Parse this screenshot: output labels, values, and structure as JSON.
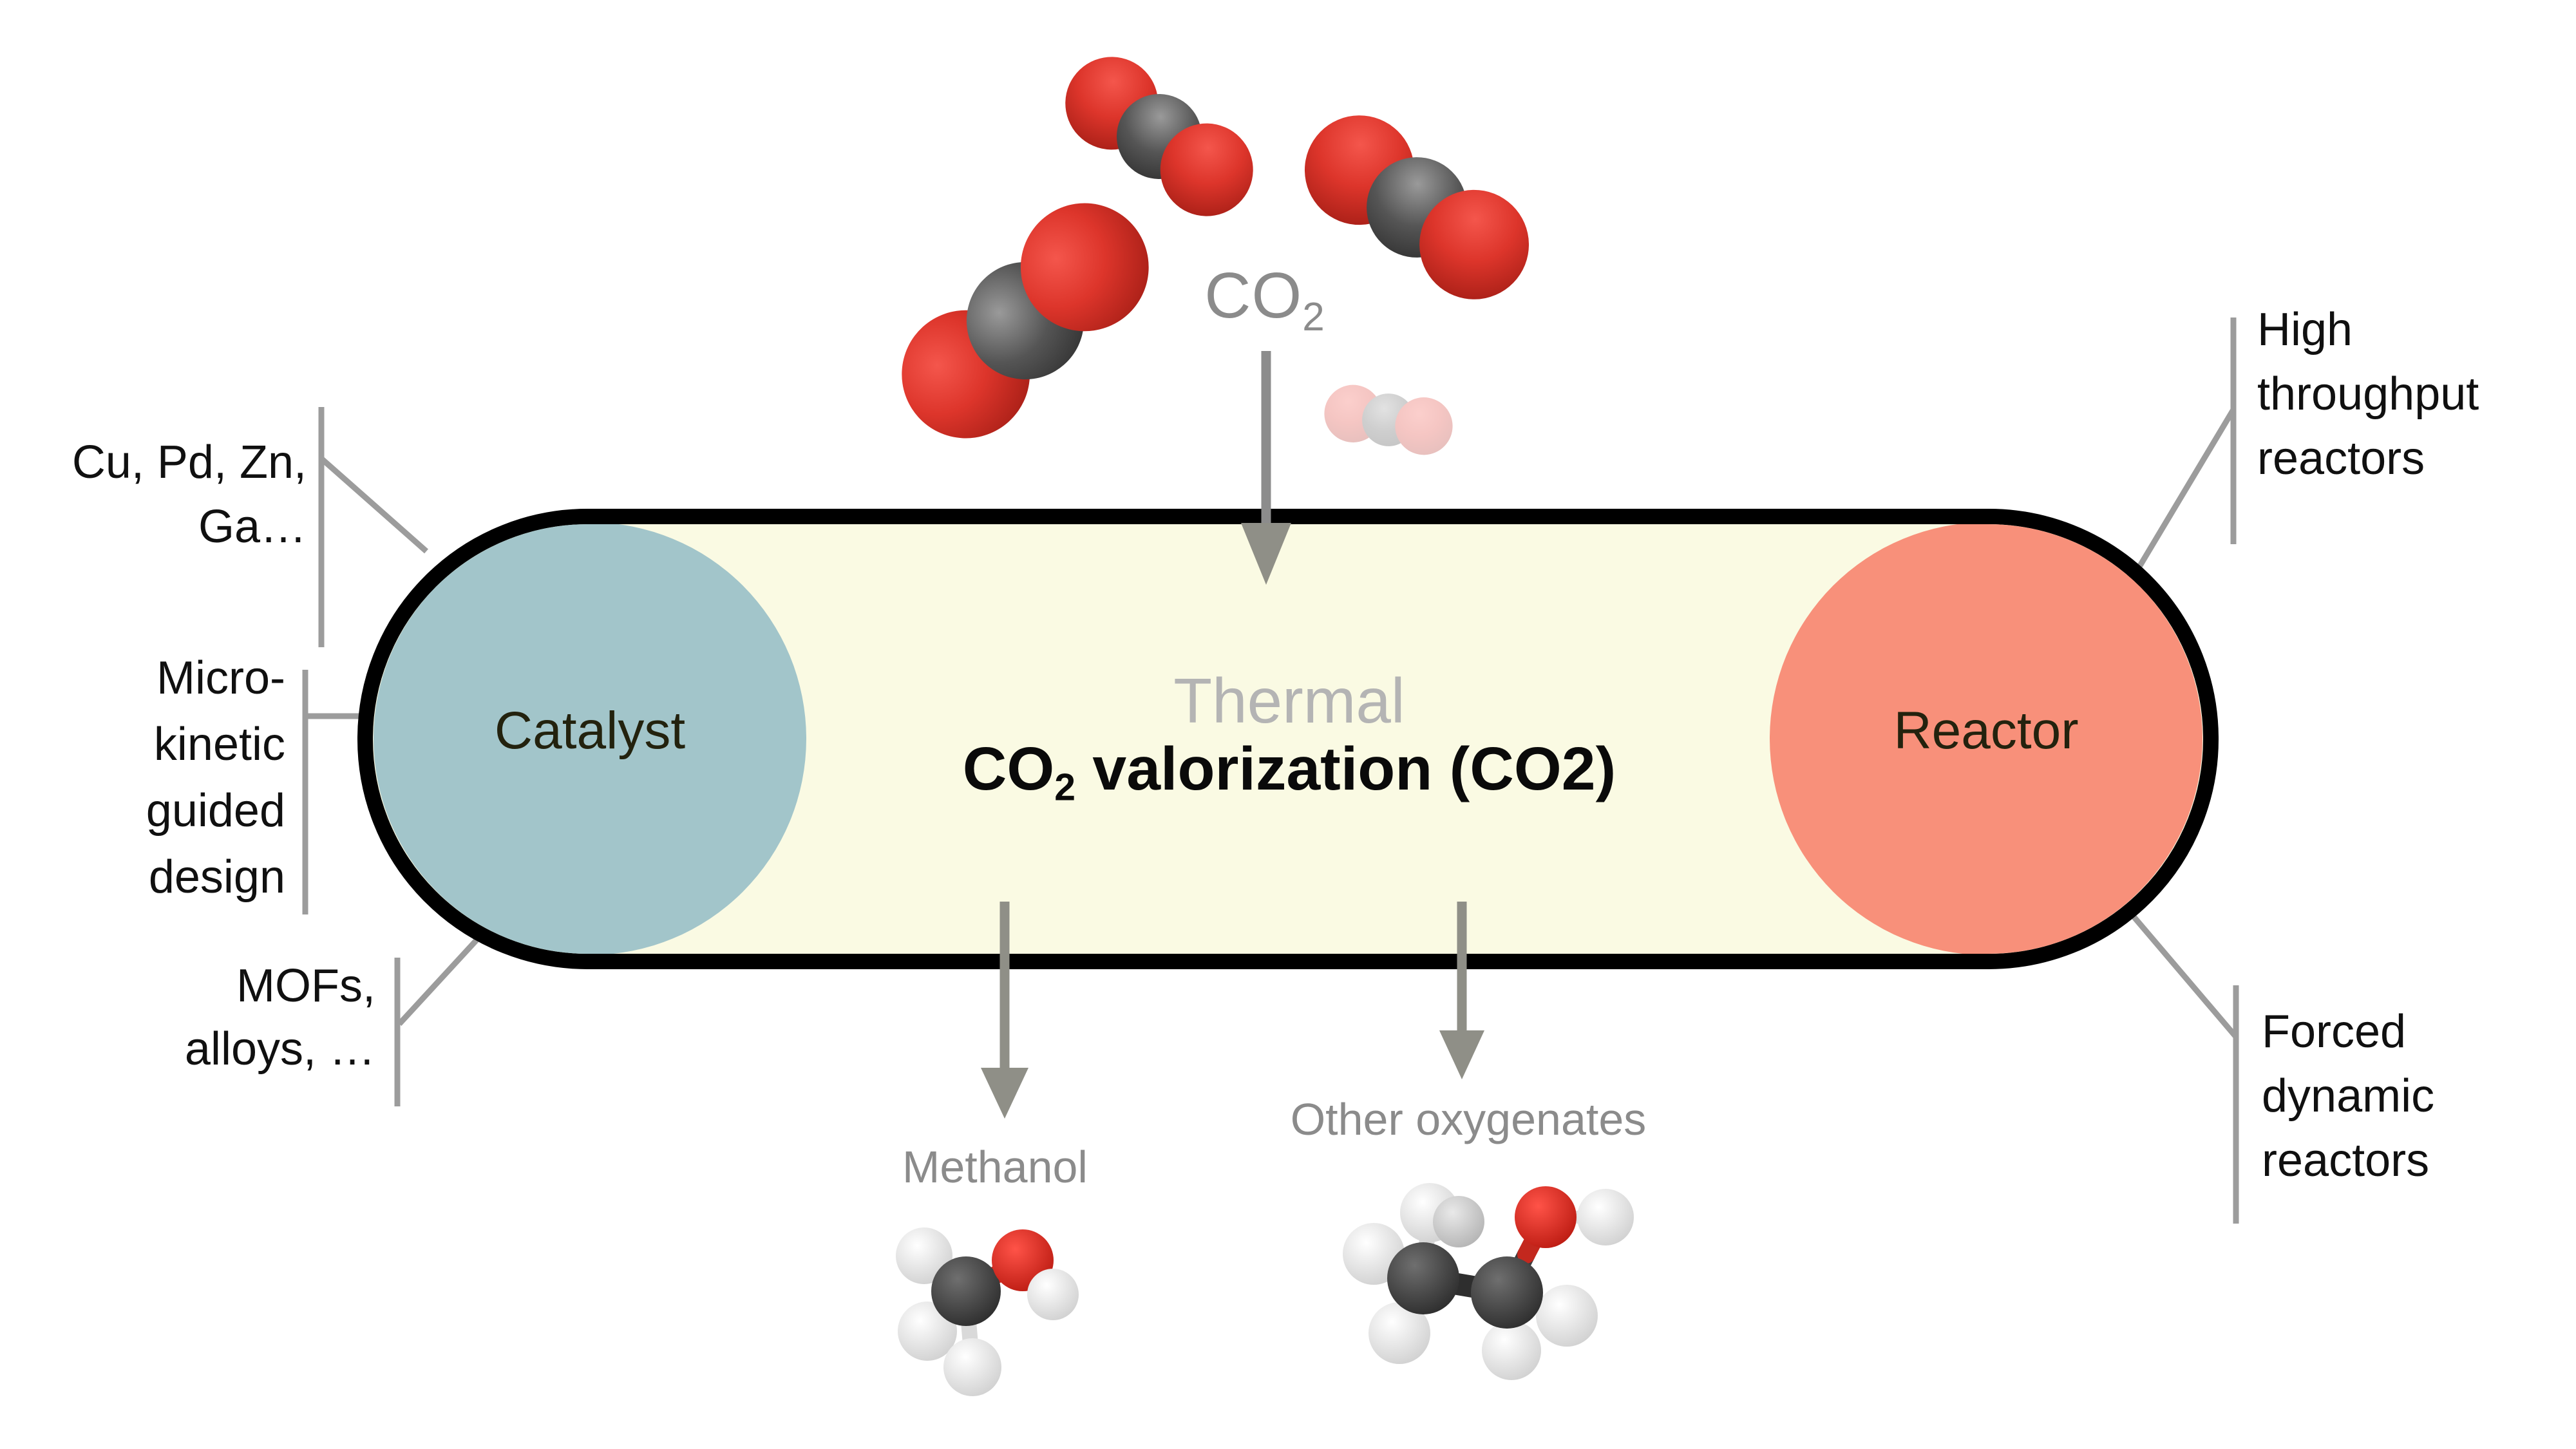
{
  "diagram": {
    "co2_feed_label": {
      "prefix": "CO",
      "sub": "2"
    },
    "vessel": {
      "catalyst": "Catalyst",
      "reactor": "Reactor",
      "title_line1": "Thermal",
      "title_line2": {
        "prefix": "CO",
        "sub": "2",
        "suffix": " valorization (CO2)"
      }
    },
    "left_annotations": {
      "metals": {
        "lines": [
          "Cu, Pd, Zn,",
          "Ga…"
        ]
      },
      "microkinetic": {
        "lines": [
          "Micro-",
          "kinetic",
          "guided",
          "design"
        ]
      },
      "materials": {
        "lines": [
          "MOFs,",
          "alloys, …"
        ]
      }
    },
    "right_annotations": {
      "high_throughput": {
        "lines": [
          "High",
          "throughput",
          "reactors"
        ]
      },
      "forced_dynamic": {
        "lines": [
          "Forced",
          "dynamic",
          "reactors"
        ]
      }
    },
    "products": {
      "methanol": "Methanol",
      "other": "Other oxygenates"
    },
    "icons": [
      "co2-molecule-spacefill-large",
      "co2-molecule-spacefill-top",
      "co2-molecule-spacefill-right",
      "co2-molecule-spacefill-faded",
      "methanol-ball-stick-molecule",
      "ethanol-ball-stick-molecule",
      "down-arrow-co2-feed",
      "down-arrow-methanol",
      "down-arrow-other-oxygenates"
    ],
    "colors": {
      "vessel_fill": "#fafae3",
      "vessel_border": "#000000",
      "catalyst_fill": "#a2c5ca",
      "reactor_fill": "#f8907a",
      "connector_gray": "#9c9c9c",
      "arrow_gray": "#8f8f87",
      "label_gray": "#8b8b8b",
      "thermal_gray": "#b4b4b4",
      "annotation_text": "#101010",
      "vessel_text": "#23220e",
      "oxygen_red": "#d93025",
      "carbon_dark": "#3d3d3d",
      "hydrogen_white": "#f2f2f2"
    }
  }
}
